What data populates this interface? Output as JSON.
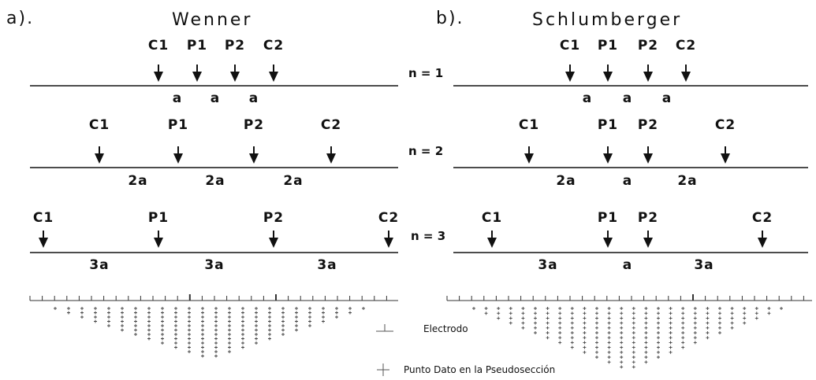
{
  "left": {
    "panel_label": "a).",
    "title": "Wenner",
    "rows": [
      {
        "electrodes": [
          "C1",
          "P1",
          "P2",
          "C2"
        ],
        "spacings": [
          "a",
          "a",
          "a"
        ]
      },
      {
        "electrodes": [
          "C1",
          "P1",
          "P2",
          "C2"
        ],
        "spacings": [
          "2a",
          "2a",
          "2a"
        ]
      },
      {
        "electrodes": [
          "C1",
          "P1",
          "P2",
          "C2"
        ],
        "spacings": [
          "3a",
          "3a",
          "3a"
        ]
      }
    ]
  },
  "right": {
    "panel_label": "b).",
    "title": "Schlumberger",
    "rows": [
      {
        "electrodes": [
          "C1",
          "P1",
          "P2",
          "C2"
        ],
        "spacings": [
          "a",
          "a",
          "a"
        ]
      },
      {
        "electrodes": [
          "C1",
          "P1",
          "P2",
          "C2"
        ],
        "spacings": [
          "2a",
          "a",
          "2a"
        ]
      },
      {
        "electrodes": [
          "C1",
          "P1",
          "P2",
          "C2"
        ],
        "spacings": [
          "3a",
          "a",
          "3a"
        ]
      }
    ]
  },
  "n_labels": [
    "n = 1",
    "n = 2",
    "n = 3"
  ],
  "legend": {
    "electrode_label": "Electrodo",
    "datapoint_label": "Punto Dato en la Pseudosección"
  }
}
